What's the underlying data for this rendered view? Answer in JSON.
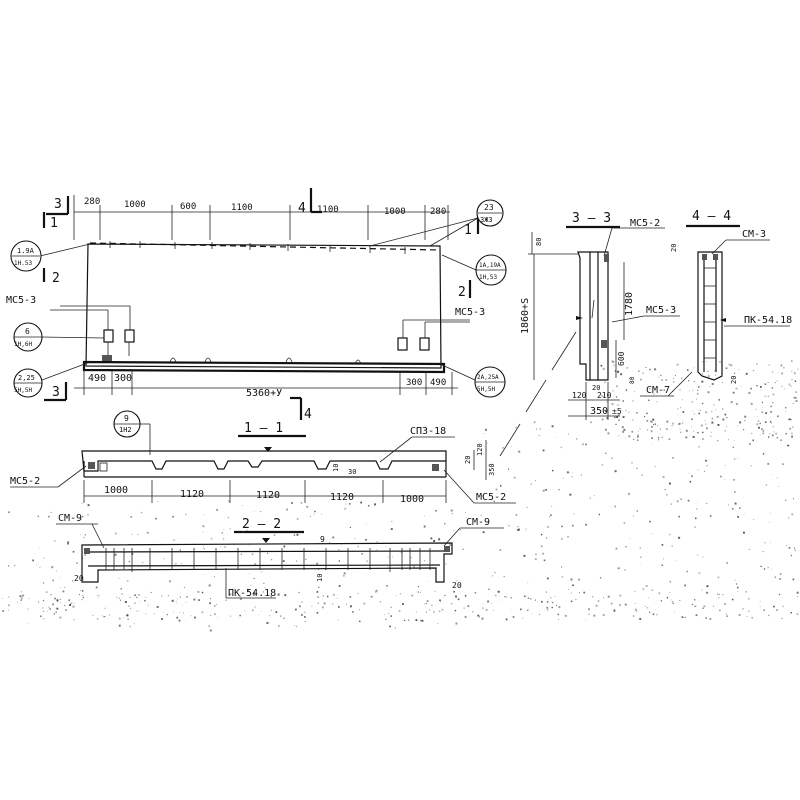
{
  "elevation": {
    "top_dims": [
      "280",
      "1000",
      "600",
      "1100",
      "1100",
      "1000",
      "280"
    ],
    "section_marks": {
      "s3_left": "3",
      "s1_left": "1",
      "s4_top": "4",
      "s1_right": "1",
      "s2_left": "2",
      "s2_right": "2",
      "s3_bottom": "3",
      "s4_bottom": "4"
    },
    "bottom_dims": {
      "left_a": "490",
      "left_b": "300",
      "total": "5360+У",
      "right_a": "300",
      "right_b": "490"
    },
    "labels": {
      "mc5_3_left": "МС5-3",
      "mc5_3_right": "МС5-3"
    },
    "bubbles": {
      "top_left": {
        "top": "1.9А",
        "bottom": "1Н.53"
      },
      "top_right": {
        "top": "23",
        "bottom": "3Ж3"
      },
      "mid_right": {
        "top": "1А,19А",
        "bottom": "1Н,53"
      },
      "left_mid": {
        "top": "6",
        "bottom": "1Н,6Н"
      },
      "bottom_left": {
        "top": "2,25",
        "bottom": "5Н,5Н"
      },
      "bottom_right": {
        "top": "2А,25А",
        "bottom": "5Н,5Н"
      }
    }
  },
  "section_1_1": {
    "title": "1 — 1",
    "bubble": {
      "top": "9",
      "bottom": "1Н2"
    },
    "labels": {
      "sp": "СП3-18",
      "mc5_2_left": "МС5-2",
      "mc5_2_right": "МС5-2"
    },
    "dims": [
      "1000",
      "1120",
      "1120",
      "1120",
      "1000"
    ],
    "side_dims": [
      "20",
      "120",
      "350"
    ],
    "small_dims": [
      "10",
      "30"
    ]
  },
  "section_2_2": {
    "title": "2 — 2",
    "labels": {
      "cm9_left": "СМ-9",
      "cm9_right": "СМ-9",
      "pk": "ПК-54.18"
    },
    "dims": {
      "left": "20",
      "right": "20",
      "top": "9",
      "mid": "10"
    }
  },
  "section_3_3": {
    "title": "3 — 3",
    "labels": {
      "mc5_2": "МС5-2",
      "mc5_3": "МС5-3"
    },
    "dims": {
      "top": "80",
      "height": "1860+S",
      "inner": "1780",
      "lower": "600",
      "bottom_small": "80",
      "b120": "120",
      "b20": "20",
      "b210": "210",
      "width": "350",
      "tol": "±5"
    }
  },
  "section_4_4": {
    "title": "4 — 4",
    "labels": {
      "cm3": "СМ-3",
      "pk": "ПК-54.18",
      "cm7": "СМ-7"
    },
    "dims": {
      "top": "20",
      "bottom": "20"
    }
  }
}
